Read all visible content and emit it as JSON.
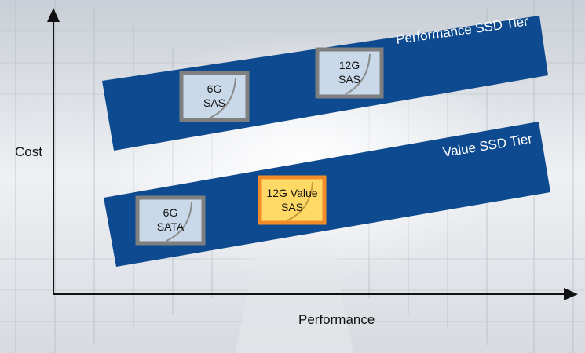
{
  "axes": {
    "y_label": "Cost",
    "x_label": "Performance"
  },
  "tiers": [
    {
      "name": "Performance SSD Tier",
      "color": "#0e4a8f"
    },
    {
      "name": "Value SSD Tier",
      "color": "#0e4a8f"
    }
  ],
  "drives": [
    {
      "tier": "Performance SSD Tier",
      "lines": [
        "6G",
        "SAS"
      ],
      "highlight": false
    },
    {
      "tier": "Performance SSD Tier",
      "lines": [
        "12G",
        "SAS"
      ],
      "highlight": false
    },
    {
      "tier": "Value SSD Tier",
      "lines": [
        "6G",
        "SATA"
      ],
      "highlight": false
    },
    {
      "tier": "Value SSD Tier",
      "lines": [
        "12G Value",
        "SAS"
      ],
      "highlight": true
    }
  ],
  "colors": {
    "drive_fill": "#c9d9e9",
    "drive_border": "#7f7f7f",
    "highlight_fill": "#ffd966",
    "highlight_border": "#f28c28",
    "axis": "#111111"
  }
}
